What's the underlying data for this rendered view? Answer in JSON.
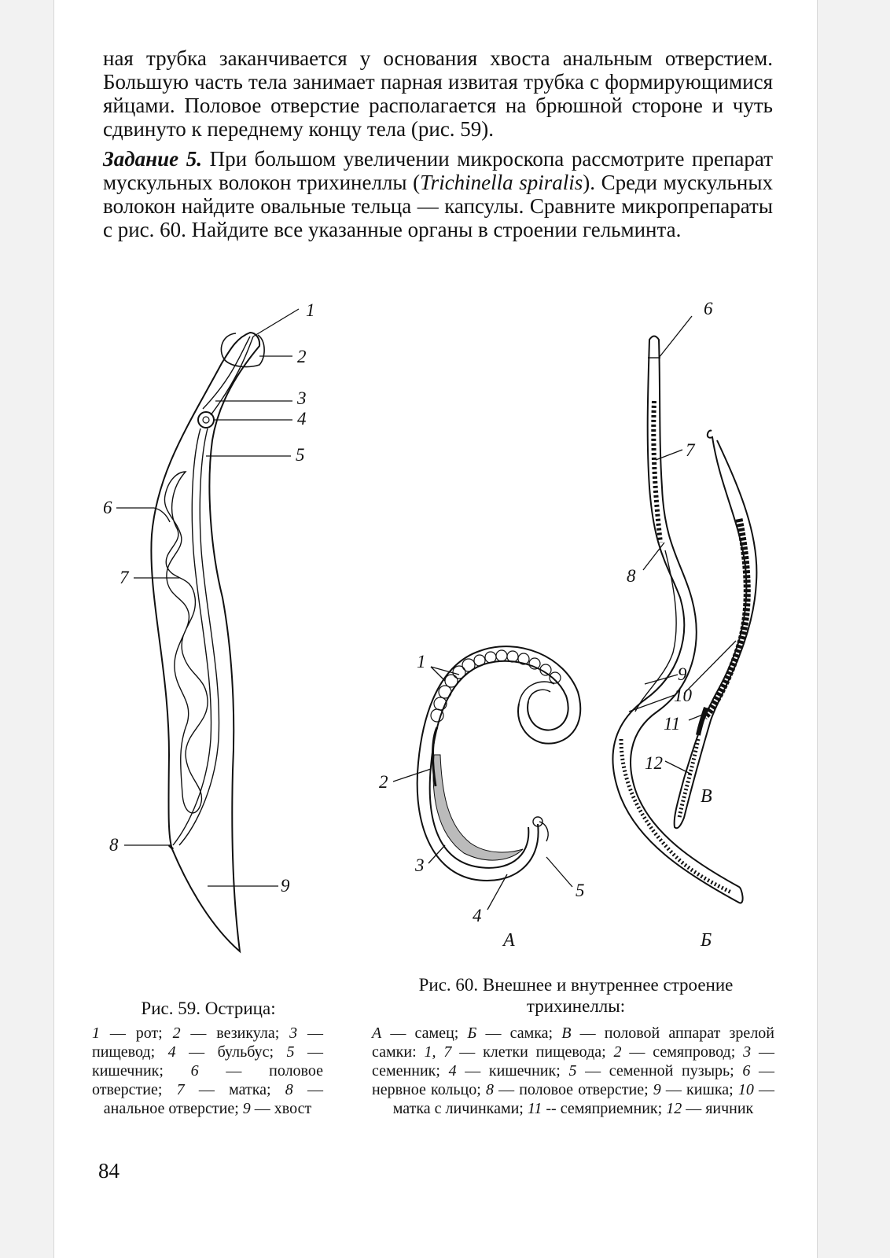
{
  "paragraph1": "ная трубка заканчивается у основания хвоста анальным отверстием. Большую часть тела занимает парная извитая трубка с формирующимися яйцами. Половое отверстие располагается на брюшной стороне и чуть сдвинуто к переднему концу тела (рис. 59).",
  "task": {
    "label": "Задание 5.",
    "text_before": " При большом увеличении микроскопа рассмотрите препарат мускульных волокон трихинеллы (",
    "latin": "Trichinella spiralis",
    "text_after": "). Среди мускульных волокон найдите овальные тельца — капсулы. Сравните микропрепараты с рис. 60. Найдите все указанные органы в строении гельминта."
  },
  "fig59": {
    "title": "Рис. 59. Острица:",
    "labels": [
      "1",
      "2",
      "3",
      "4",
      "5",
      "6",
      "7",
      "8",
      "9"
    ],
    "legend": [
      {
        "n": "1",
        "t": " — рот; "
      },
      {
        "n": "2",
        "t": " — везикула; "
      },
      {
        "n": "3",
        "t": " — пищевод; "
      },
      {
        "n": "4",
        "t": " — бульбус; "
      },
      {
        "n": "5",
        "t": " — кишечник; "
      },
      {
        "n": "6",
        "t": " — половое отверстие; "
      },
      {
        "n": "7",
        "t": " — матка; "
      },
      {
        "n": "8",
        "t": " — анальное отверстие; "
      },
      {
        "n": "9",
        "t": " — хвост"
      }
    ]
  },
  "fig60": {
    "title": "Рис. 60. Внешнее и внутреннее строение трихинеллы:",
    "letters": [
      "А",
      "Б",
      "В"
    ],
    "labels": [
      "1",
      "2",
      "3",
      "4",
      "5",
      "6",
      "7",
      "8",
      "9",
      "10",
      "11",
      "12"
    ],
    "legend": [
      {
        "n": "А",
        "t": " — самец; "
      },
      {
        "n": "Б",
        "t": " — самка; "
      },
      {
        "n": "В",
        "t": " — половой аппарат зрелой самки: "
      },
      {
        "n": "1, 7",
        "t": " — клетки пищевода; "
      },
      {
        "n": "2",
        "t": " — семяпровод; "
      },
      {
        "n": "3",
        "t": " — семенник; "
      },
      {
        "n": "4",
        "t": " — кишечник; "
      },
      {
        "n": "5",
        "t": " — семенной пузырь; "
      },
      {
        "n": "6",
        "t": " — нервное кольцо; "
      },
      {
        "n": "8",
        "t": " — половое отверстие; "
      },
      {
        "n": "9",
        "t": " — кишка; "
      },
      {
        "n": "10",
        "t": " — матка с личинками; "
      },
      {
        "n": "11",
        "t": " -- семяприемник; "
      },
      {
        "n": "12",
        "t": " — яичник"
      }
    ]
  },
  "page_number": "84"
}
